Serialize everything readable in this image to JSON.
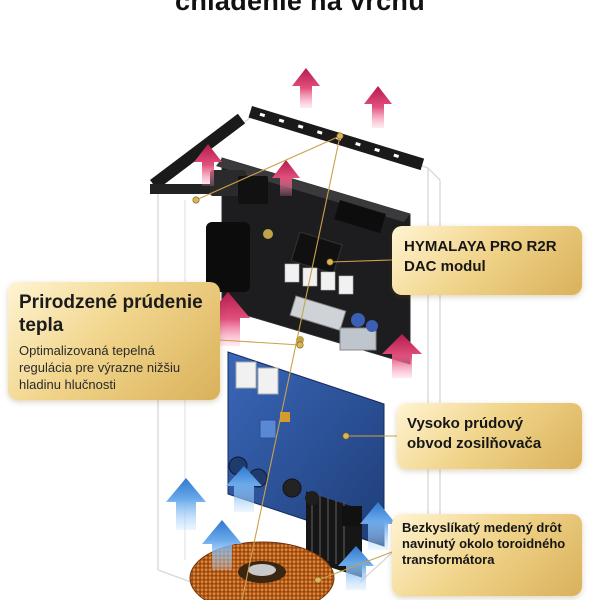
{
  "headline": "chladenie na vrchu",
  "callouts": {
    "hymalaya": {
      "title": "HYMALAYA PRO R2R DAC modul"
    },
    "natural": {
      "title": "Prirodzené prúdenie tepla",
      "description": "Optimalizovaná tepelná regulácia pre výrazne nižšiu hladinu hlučnosti"
    },
    "amp": {
      "title": "Vysoko prúdový obvod zosilňovača"
    },
    "wire": {
      "title": "Bezkyslíkatý medený drôt navinutý okolo toroidného transformátora"
    }
  },
  "colors": {
    "hot_air": "#c8245a",
    "cool_air": "#4e92dd",
    "gold_callout": "#e6c677",
    "dac_board": "#1d1d1f",
    "amp_board": "#2c4f93",
    "copper": "#c8691f"
  }
}
